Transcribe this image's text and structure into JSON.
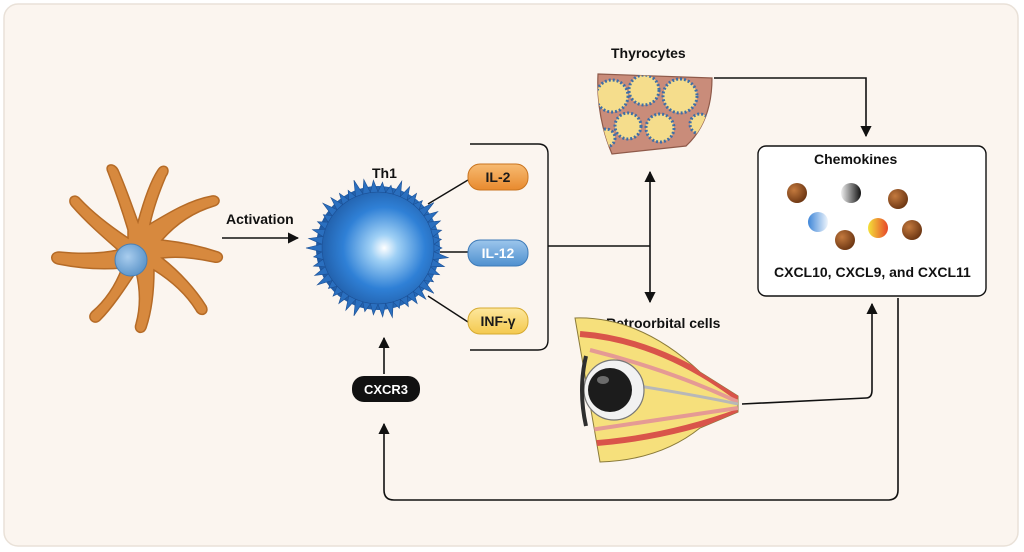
{
  "diagram": {
    "activation_label": "Activation",
    "th1_label": "Th1",
    "cytokines": [
      {
        "label": "IL-2",
        "color": "#f3a24e"
      },
      {
        "label": "IL-12",
        "color": "#6fa8dc"
      },
      {
        "label": "INF-γ",
        "color": "#f8d870"
      }
    ],
    "receptor_label": "CXCR3",
    "thyrocytes_label": "Thyrocytes",
    "retroorbital_label": "Retroorbital cells",
    "chemokines": {
      "title": "Chemokines",
      "names": "CXCL10, CXCL9, and CXCL11"
    },
    "colors": {
      "background": "#fbf5ef",
      "dendritic_cell": "#d7893e",
      "dendritic_nucleus": "#7aaed8",
      "th1_cell": "#2f77c9",
      "chemokine_brown": "#8a4a1e",
      "receptor_pill": "#111111"
    }
  }
}
